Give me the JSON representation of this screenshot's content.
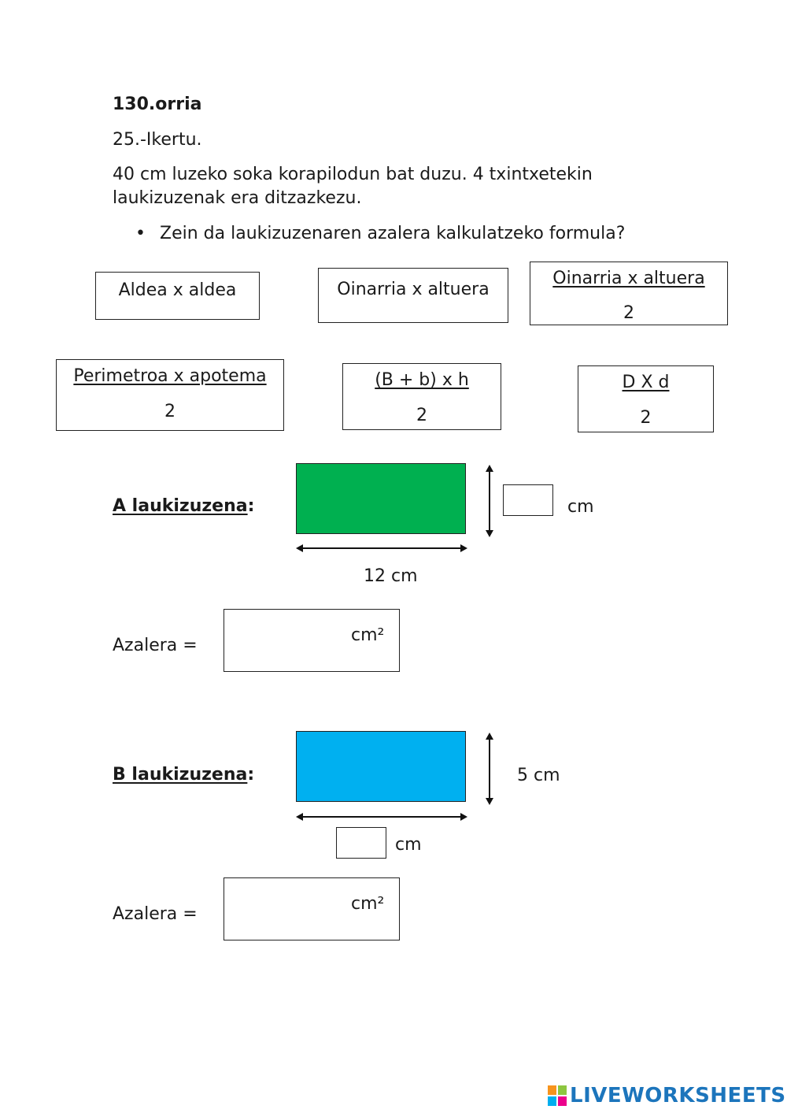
{
  "header": {
    "page_title": "130.orria",
    "exercise": "25.-Ikertu.",
    "intro_line1": "40 cm luzeko soka korapilodun bat duzu. 4 txintxetekin",
    "intro_line2": "laukizuzenak era ditzazkezu.",
    "question": "Zein da laukizuzenaren azalera kalkulatzeko formula?"
  },
  "formulas": [
    {
      "top": "Aldea x aldea"
    },
    {
      "top": "Oinarria x altuera"
    },
    {
      "top": "Oinarria x altuera",
      "bottom": "2"
    },
    {
      "top": "Perimetroa x apotema",
      "bottom": "2"
    },
    {
      "top": "(B + b) x h",
      "bottom": "2"
    },
    {
      "top": "D X d",
      "bottom": "2"
    }
  ],
  "rect_a": {
    "label_name": "A laukizuzena",
    "label_colon": ":",
    "color": "#00b050",
    "width_label": "12 cm",
    "height_unit": "cm",
    "area_label": "Azalera =",
    "area_unit": "cm²"
  },
  "rect_b": {
    "label_name": "B laukizuzena",
    "label_colon": ":",
    "color": "#00b0f0",
    "height_label": "5 cm",
    "width_unit": "cm",
    "area_label": "Azalera =",
    "area_unit": "cm²"
  },
  "footer": {
    "brand": "LIVEWORKSHEETS"
  }
}
